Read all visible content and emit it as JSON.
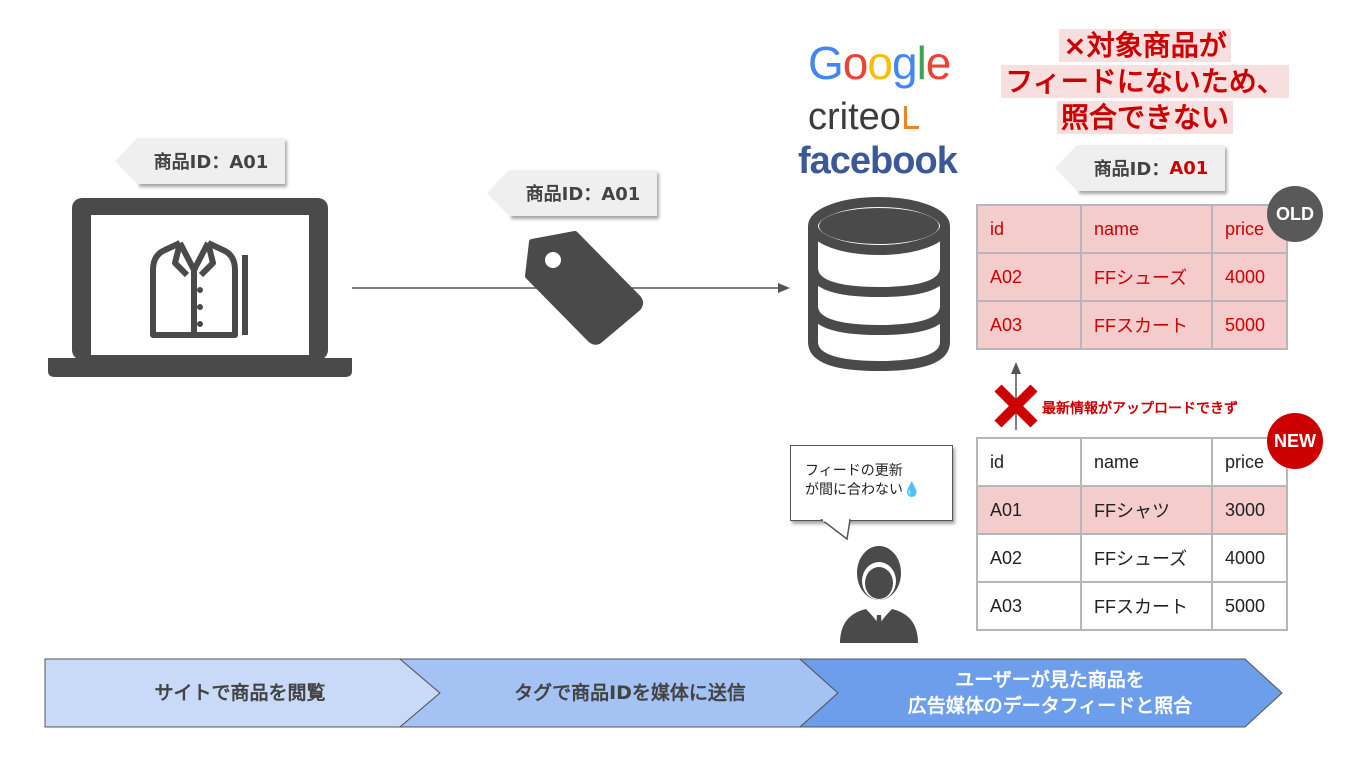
{
  "tags": {
    "site_tag": "商品ID：A01",
    "sent_tag": "商品ID：A01",
    "media_tag_prefix": "商品ID：",
    "media_tag_id": "A01"
  },
  "logos": {
    "google": "Google",
    "criteo": "criteo",
    "facebook": "facebook"
  },
  "warning": {
    "lines": [
      "×対象商品が",
      "フィードにないため、",
      "照合できない"
    ]
  },
  "old_table": {
    "badge": "OLD",
    "header": [
      "id",
      "name",
      "price"
    ],
    "rows": [
      [
        "A02",
        "FFシューズ",
        "4000"
      ],
      [
        "A03",
        "FFスカート",
        "5000"
      ]
    ]
  },
  "upload_error": "最新情報がアップロードできず",
  "new_table": {
    "badge": "NEW",
    "header": [
      "id",
      "name",
      "price"
    ],
    "rows": [
      [
        "A01",
        "FFシャツ",
        "3000"
      ],
      [
        "A02",
        "FFシューズ",
        "4000"
      ],
      [
        "A03",
        "FFスカート",
        "5000"
      ]
    ]
  },
  "bubble": {
    "line1": "フィードの更新",
    "line2": "が間に合わない"
  },
  "steps": [
    {
      "label": "サイトで商品を閲覧"
    },
    {
      "label": "タグで商品IDを媒体に送信"
    },
    {
      "line1": "ユーザーが見た商品を",
      "line2": "広告媒体のデータフィードと照合"
    }
  ],
  "colors": {
    "red": "#cc0000",
    "step1": "#c9daf8",
    "step2": "#a4c2f4",
    "step3": "#6d9eeb",
    "icon": "#4a4a4a"
  }
}
